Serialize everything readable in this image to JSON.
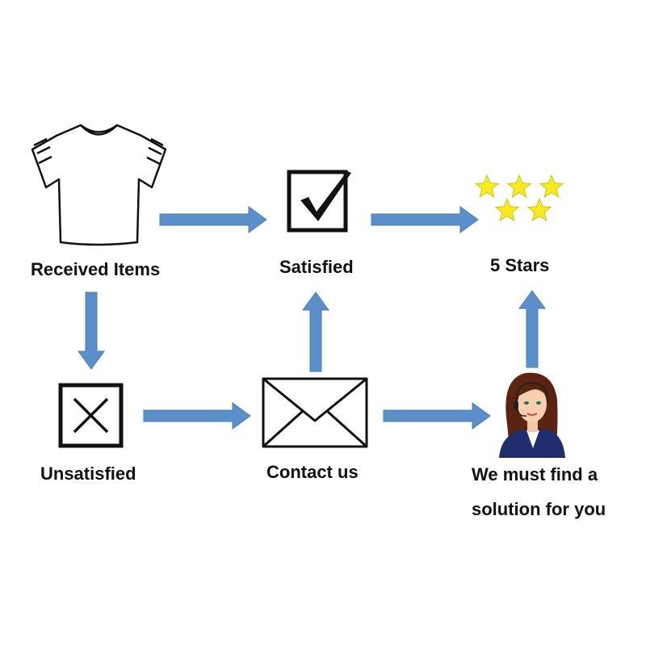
{
  "diagram": {
    "nodes": {
      "received": {
        "label": "Received Items",
        "icon": "tshirt-icon"
      },
      "satisfied": {
        "label": "Satisfied",
        "icon": "checkbox-checked-icon"
      },
      "five_stars": {
        "label": "5 Stars",
        "icon": "five-stars-icon"
      },
      "unsatisfied": {
        "label": "Unsatisfied",
        "icon": "checkbox-x-icon"
      },
      "contact": {
        "label": "Contact us",
        "icon": "envelope-icon"
      },
      "solution": {
        "label_line1": "We must find a",
        "label_line2": "solution for you",
        "icon": "support-agent-icon"
      }
    },
    "edges": [
      {
        "from": "received",
        "to": "satisfied"
      },
      {
        "from": "satisfied",
        "to": "five_stars"
      },
      {
        "from": "received",
        "to": "unsatisfied"
      },
      {
        "from": "unsatisfied",
        "to": "contact"
      },
      {
        "from": "contact",
        "to": "satisfied"
      },
      {
        "from": "contact",
        "to": "solution"
      },
      {
        "from": "solution",
        "to": "five_stars"
      }
    ],
    "colors": {
      "arrow": "#5b8fca",
      "arrow_stroke": "#4a7db8",
      "star": "#f7ea1f",
      "star_stroke": "#c9b500",
      "ink": "#111111"
    }
  }
}
